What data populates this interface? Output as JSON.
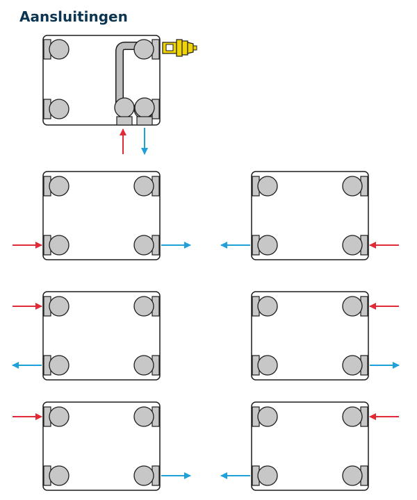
{
  "title": "Aansluitingen",
  "colors": {
    "title": "#0b3550",
    "radiator_outline": "#1c1c1c",
    "nipple_fill": "#c7c7c7",
    "pipe_fill": "#bdbdbd",
    "supply_arrow": "#e02a35",
    "return_arrow": "#1ea0d8",
    "valve_fill": "#f2d400"
  },
  "diagrams": [
    {
      "id": "valve-bottom-middle",
      "supply": "bottom-middle-left",
      "return": "bottom-middle-right",
      "has_thermostatic_valve": true
    },
    {
      "id": "left-bottom-supply-right-bottom-return",
      "supply": "left-bottom",
      "return": "right-bottom"
    },
    {
      "id": "right-bottom-supply-left-bottom-return",
      "supply": "right-bottom",
      "return": "left-bottom"
    },
    {
      "id": "left-top-supply-left-bottom-return",
      "supply": "left-top",
      "return": "left-bottom"
    },
    {
      "id": "right-top-supply-right-bottom-return",
      "supply": "right-top",
      "return": "right-bottom"
    },
    {
      "id": "left-top-supply-right-bottom-return",
      "supply": "left-top",
      "return": "right-bottom"
    },
    {
      "id": "right-top-supply-left-bottom-return",
      "supply": "right-top",
      "return": "left-bottom"
    }
  ],
  "legend": {
    "supply_icon": "red-arrow-icon",
    "return_icon": "blue-arrow-icon"
  }
}
